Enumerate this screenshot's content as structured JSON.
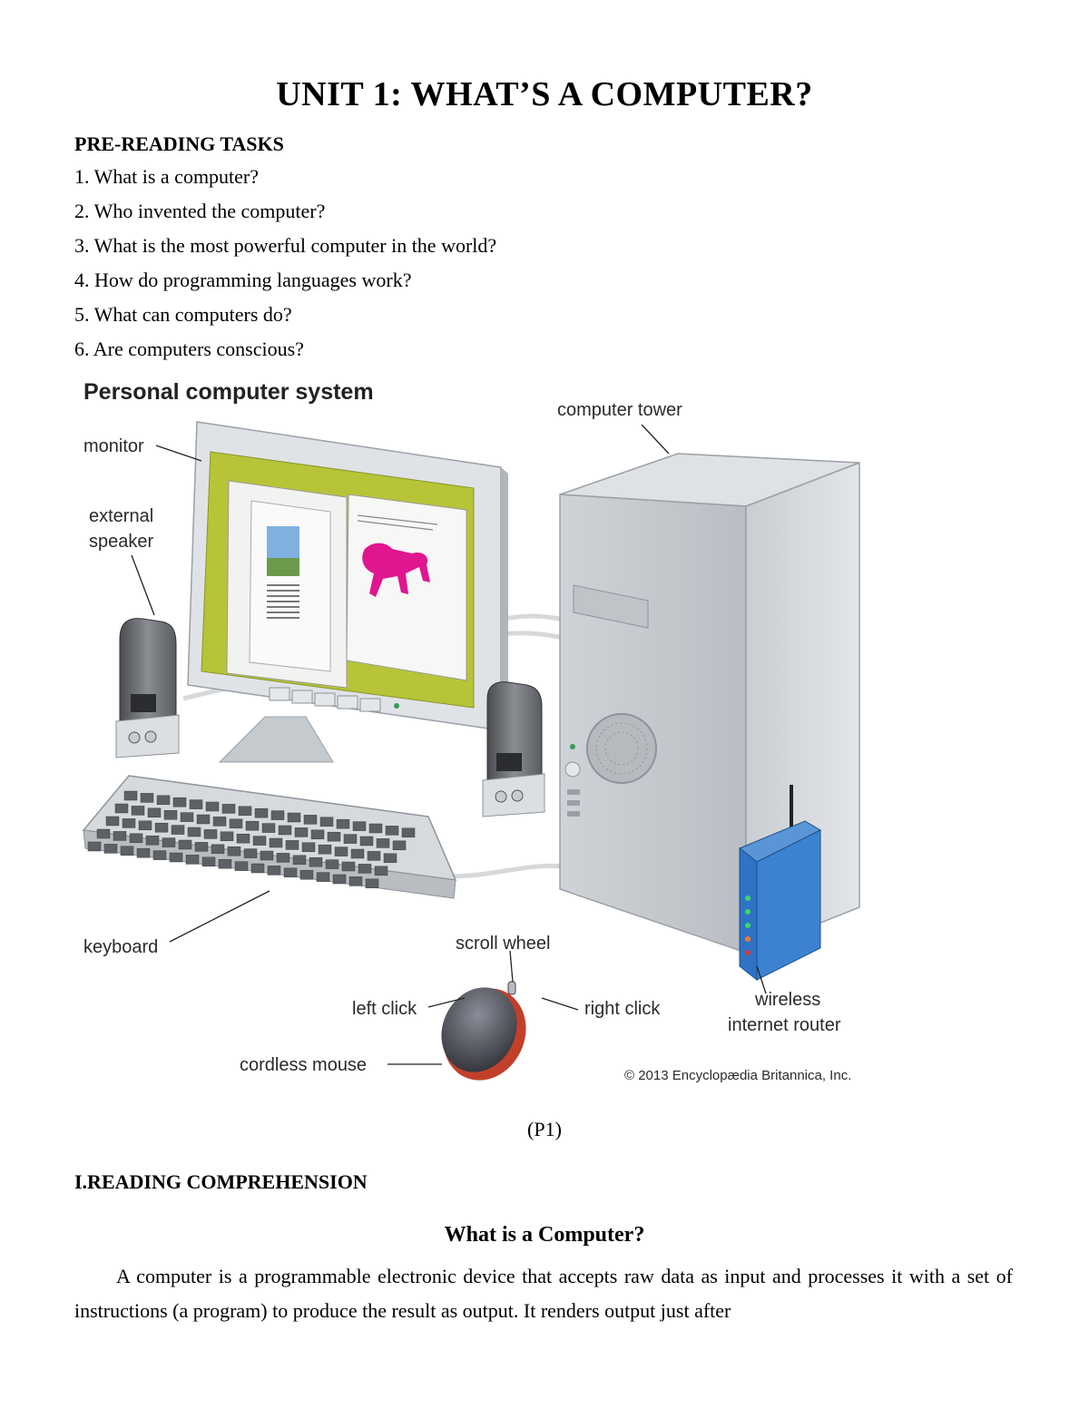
{
  "title": "UNIT 1:  WHAT’S A COMPUTER?",
  "pre_reading": {
    "heading": "PRE-READING TASKS",
    "questions": [
      "1. What is a computer?",
      "2. Who invented the computer?",
      "3. What is the most powerful computer in the world?",
      "4. How do programming languages work?",
      "5. What can computers do?",
      "6. Are computers conscious?"
    ]
  },
  "figure": {
    "title": "Personal computer system",
    "labels": {
      "monitor": "monitor",
      "external_speaker_line1": "external",
      "external_speaker_line2": "speaker",
      "computer_tower": "computer tower",
      "keyboard": "keyboard",
      "scroll_wheel": "scroll wheel",
      "left_click": "left click",
      "right_click": "right click",
      "cordless_mouse": "cordless mouse",
      "router_line1": "wireless",
      "router_line2": "internet router"
    },
    "credit": "© 2013 Encyclopædia Britannica, Inc.",
    "colors": {
      "screen_bg": "#b7c437",
      "horse": "#e0168f",
      "router": "#2f73c4",
      "mouse_accent": "#c2402a"
    }
  },
  "caption": "(P1)",
  "reading": {
    "heading": "I.READING COMPREHENSION",
    "article_title": "What is a Computer?",
    "paragraph": "A computer is a programmable electronic device that accepts raw data as input and processes it with a set of instructions (a program) to produce the result as output. It renders output just after"
  }
}
